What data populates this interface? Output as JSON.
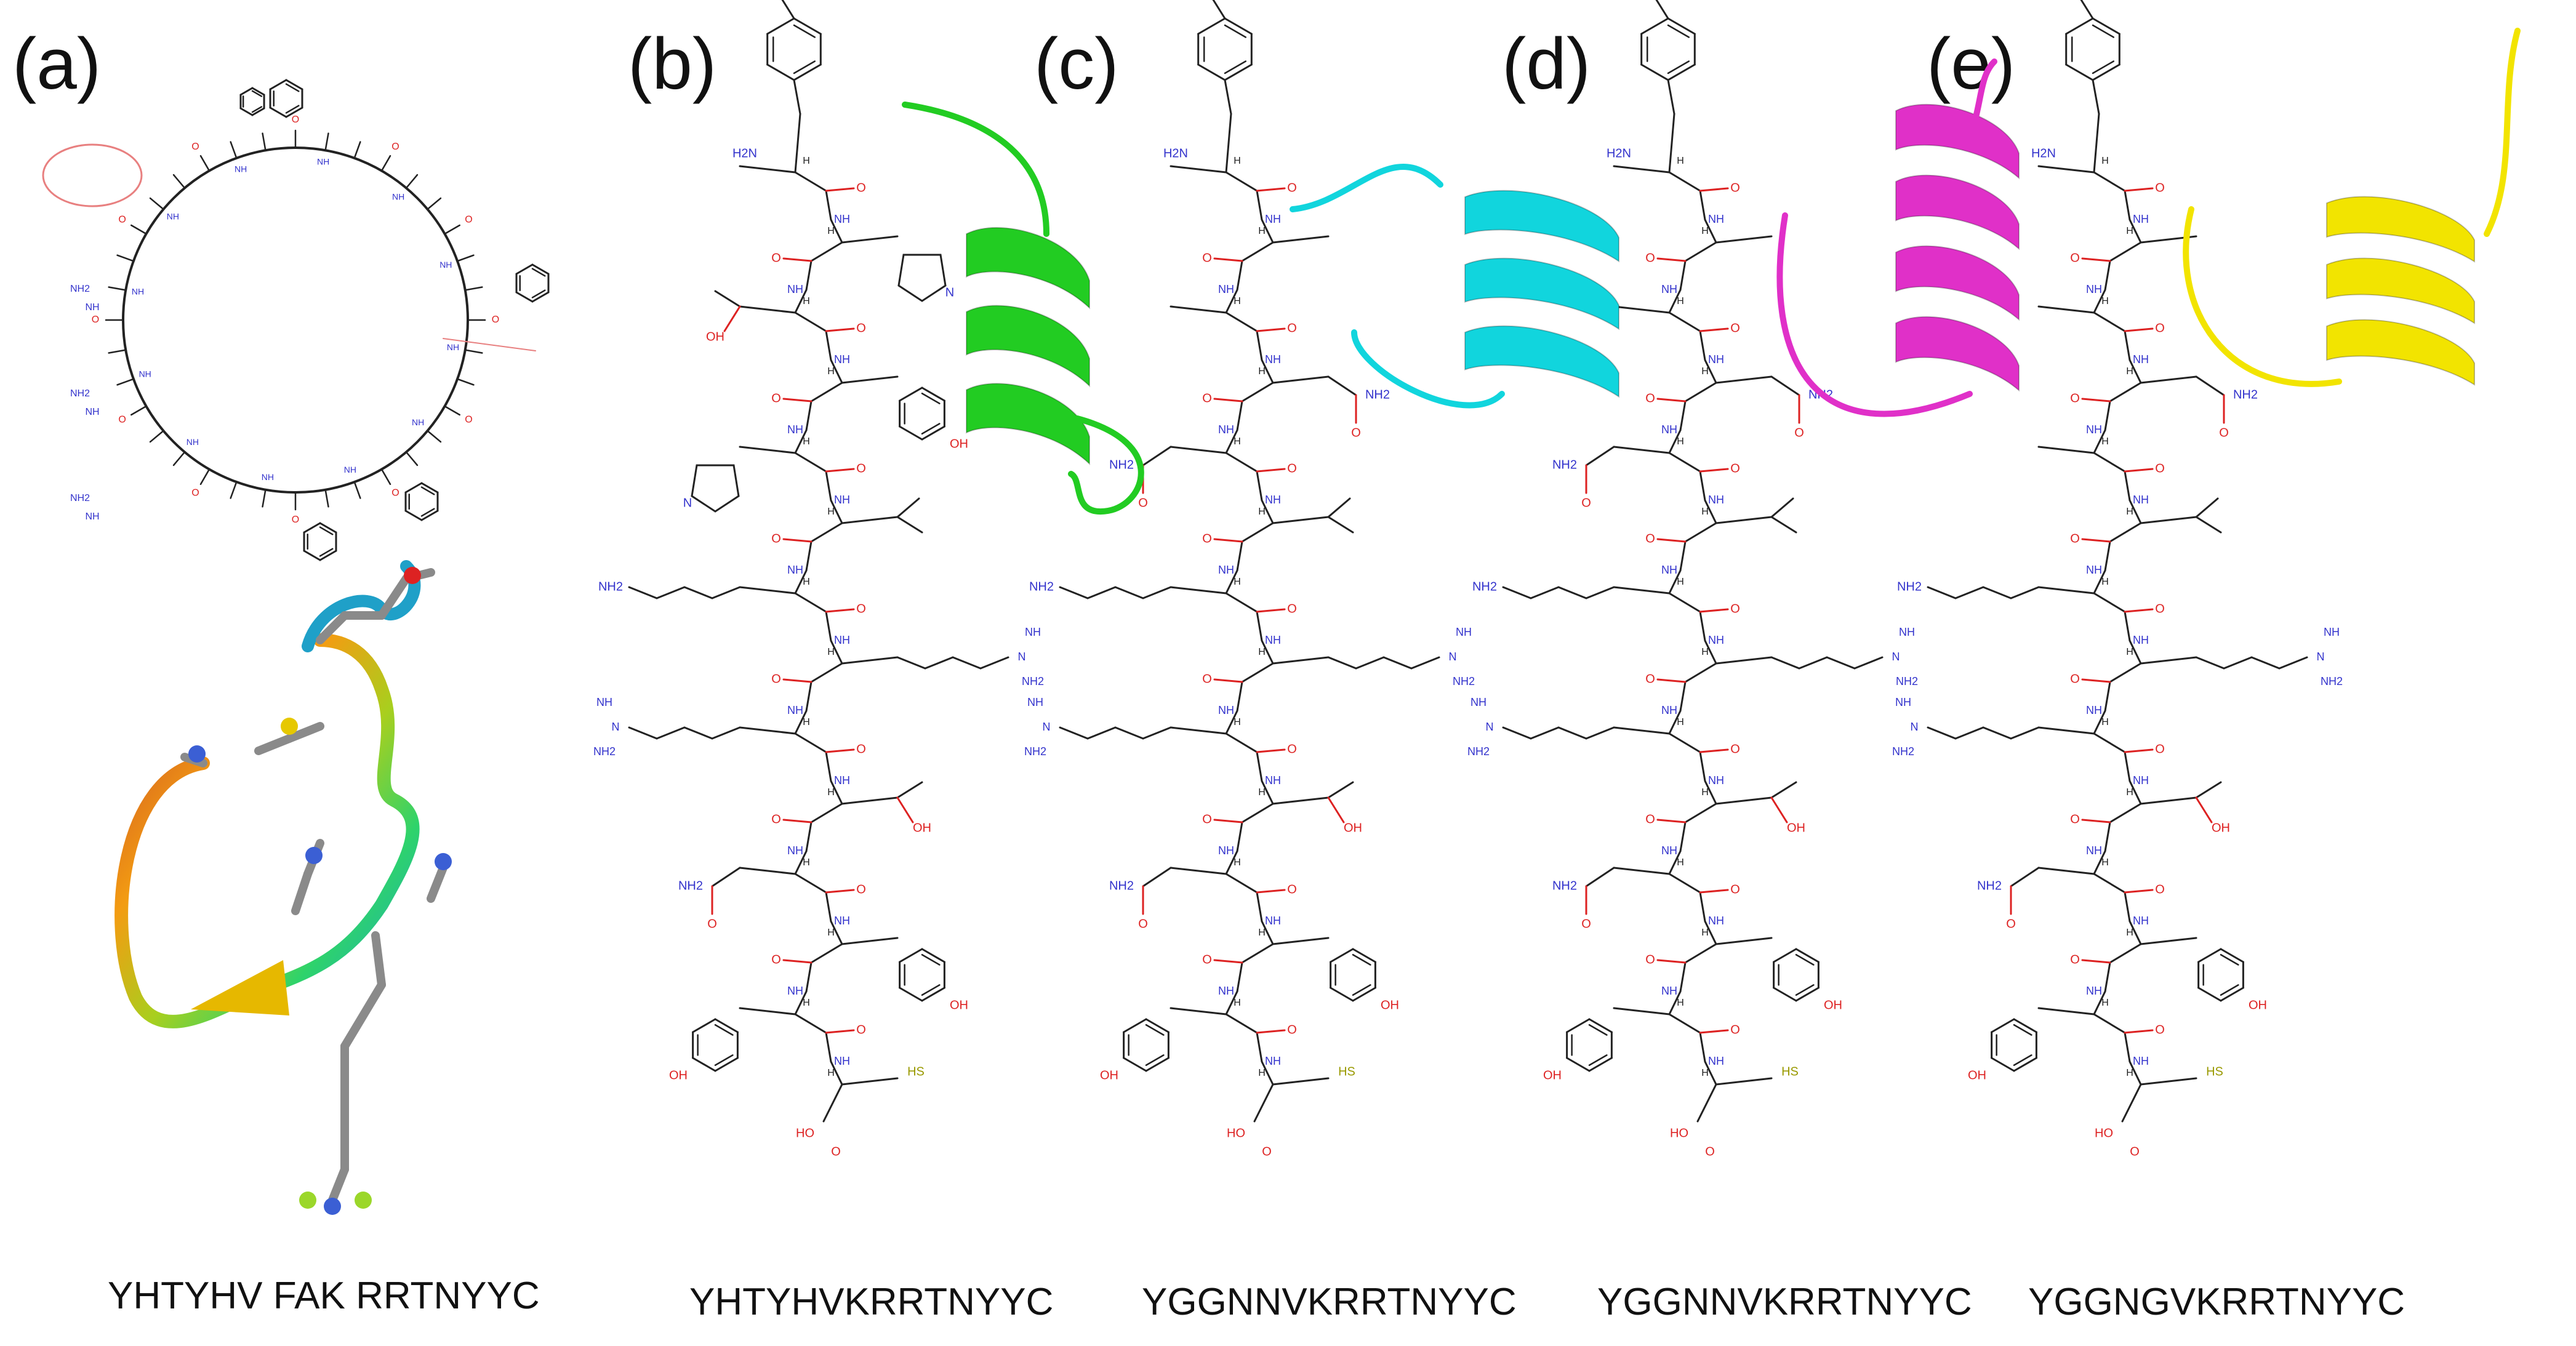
{
  "figure": {
    "panels": [
      {
        "id": "a",
        "label": "(a)",
        "sequence": "YHTYHV FAK RRTNYYC",
        "ribbon_color": "rainbow",
        "type": "cyclic"
      },
      {
        "id": "b",
        "label": "(b)",
        "sequence": "YHTYHVKRRTNYYC",
        "ribbon_color": "#22cc22"
      },
      {
        "id": "c",
        "label": "(c)",
        "sequence": "YGGNNVKRRTNYYC",
        "ribbon_color": "#11d5dd"
      },
      {
        "id": "d",
        "label": "(d)",
        "sequence": "YGGNNVKRRTNYYC",
        "ribbon_color": "#e030c8"
      },
      {
        "id": "e",
        "label": "(e)",
        "sequence": "YGGNGVKRRTNYYC",
        "ribbon_color": "#f2e400"
      }
    ],
    "atom_labels": {
      "nh": "NH",
      "n": "N",
      "h": "H",
      "o": "O",
      "oh": "OH",
      "h2n": "H2N",
      "nh2": "NH2",
      "hs": "HS",
      "ho": "HO"
    },
    "colors": {
      "nitrogen": "#3333cc",
      "oxygen": "#dd2222",
      "sulfur": "#999900",
      "bond": "#222222",
      "highlight_circle": "#e88080"
    }
  }
}
